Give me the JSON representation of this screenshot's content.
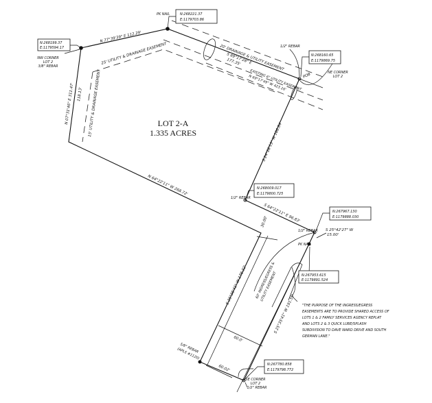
{
  "lot": {
    "name": "LOT 2-A",
    "area": "1.335 ACRES"
  },
  "coords": {
    "pk_nail_n": {
      "n": "N:268221.37",
      "e": "E:1179703.86",
      "label": "PK NAIL"
    },
    "nw_corner": {
      "n": "N:268199.37",
      "e": "E:1179594.17",
      "label1": "NW CORNER",
      "label2": "LOT 2",
      "label3": "3/8\" REBAR"
    },
    "ne_corner": {
      "n": "N:268160.65",
      "e": "E:1179869.75",
      "label1": "NE CORNER",
      "label2": "LOT 2",
      "rebar": "1/2\" REBAR",
      "pob": "POB"
    },
    "rebar_mid": {
      "n": "N:268009.017",
      "e": "E:1179800.725",
      "label": "1/2\" REBAR"
    },
    "rebar_e": {
      "n": "N:267967.130",
      "e": "E:1179888.030",
      "label": "1/2\" REBAR"
    },
    "pk_nail_s": {
      "n": "N:267953.615",
      "e": "E:1179891.524",
      "label": "PK NAIL"
    },
    "se_corner": {
      "n": "N:267780.858",
      "e": "E:1179798.772",
      "label1": "SE CORNER",
      "label2": "LOT 2",
      "label3": "1/2\" REBAR"
    },
    "rebar_sw": {
      "label1": "5/8\" REBAR",
      "label2": "(APLS #1120)"
    }
  },
  "bearings": {
    "north": "N 77°39'39\" E  112.29'",
    "drainage_bearing": "S 69°17'28\" E",
    "drainage_dist": "177.35'",
    "existing_easement": "EXISTING 6\" UTILITY EASEMENT",
    "existing_bearing": "N 69°17'49\" W  423.16'",
    "east": "S 24°28'13\" W  188.84'",
    "west": "N 07°31'46\" E  311.47'",
    "west_inner": "118.13'",
    "south_mid": "N 64°22'11\" W  268.72'",
    "rebar_to_e": "S 64°22'11\" E  96.83'",
    "short": "S 25°42'27\" W",
    "short_dist": "15.00'",
    "width_30": "30.00'",
    "sw_long": "S 25°35'41\" W  178.32'",
    "se_long": "S 25°35'41\" W  191.55'",
    "width_60": "60.0'",
    "bottom": "60.02'"
  },
  "easements": {
    "drainage": "20' DRAINAGE & UTILITY EASEMENT",
    "utility_top": "25' UTILITY & DRAINAGE EASEMENT",
    "utility_west": "15' UTILITY & DRAINAGE EASEMENT",
    "ingress1": "60' INGRESS/EGRESS &",
    "ingress2": "UTILITY EASEMENT"
  },
  "note": [
    "\"THE PURPOSE OF THE INGRESS/EGRESS",
    "EASEMENTS ARE TO PROVIDE SHARED ACCESS OF",
    "LOTS 1 & 2 FAMILY SERVICES AGENCY REPLAT",
    "AND LOTS 2 & 3 QUICK LUBE/SPLASH",
    "SUBDIVISION TO DAVE WARD DRIVE AND SOUTH",
    "GERMAN LANE.\""
  ]
}
